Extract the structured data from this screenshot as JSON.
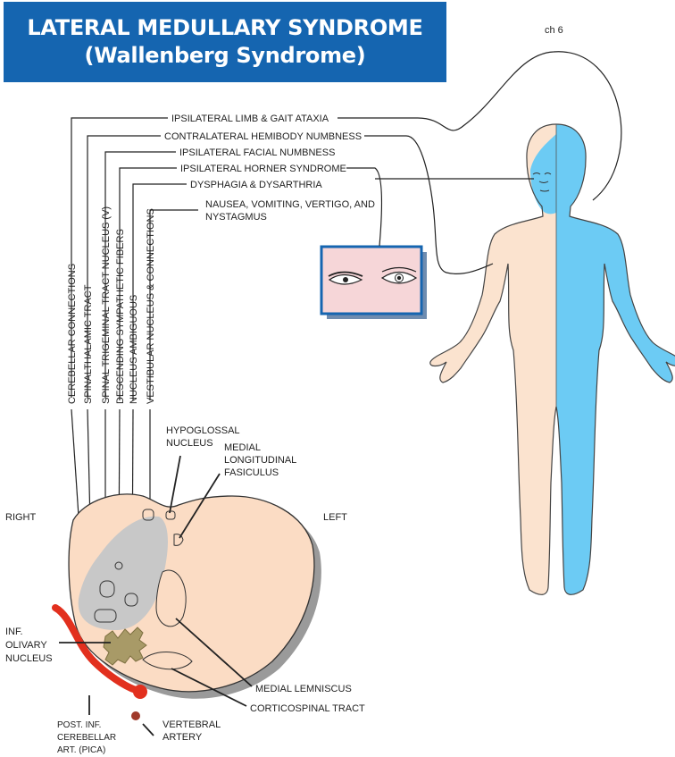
{
  "title": {
    "line1": "LATERAL MEDULLARY SYNDROME",
    "line2": "(Wallenberg Syndrome)"
  },
  "page_ref": "ch 6",
  "symptoms": [
    "IPSILATERAL LIMB & GAIT ATAXIA",
    "CONTRALATERAL HEMIBODY NUMBNESS",
    "IPSILATERAL FACIAL NUMBNESS",
    "IPSILATERAL HORNER SYNDROME",
    "DYSPHAGIA & DYSARTHRIA",
    "NAUSEA, VOMITING, VERTIGO, AND",
    "NYSTAGMUS"
  ],
  "tracts": [
    "CEREBELLAR CONNECTIONS",
    "SPINALTHALAMIC TRACT",
    "SPINAL TRIGEMINAL TRACT NUCLEUS (V)",
    "DESCENDING SYMPATHETIC FIBERS",
    "NUCLEUS AMBIGUOUS",
    "VESTIBULAR NUCLEUS & CONNECTIONS"
  ],
  "structures": {
    "hypoglossal": [
      "HYPOGLOSSAL",
      "NUCLEUS"
    ],
    "mlf": [
      "MEDIAL",
      "LONGITUDINAL",
      "FASICULUS"
    ],
    "olivary": [
      "INF.",
      "OLIVARY",
      "NUCLEUS"
    ],
    "medial_lemniscus": "MEDIAL LEMNISCUS",
    "corticospinal": "CORTICOSPINAL TRACT",
    "pica": [
      "POST. INF.",
      "CEREBELLAR",
      "ART. (PICA)"
    ],
    "vertebral": [
      "VERTEBRAL",
      "ARTERY"
    ]
  },
  "sides": {
    "right": "RIGHT",
    "left": "LEFT"
  },
  "colors": {
    "title_bg": "#1565b0",
    "skin": "#fbe3cf",
    "affected_blue": "#6ccbf4",
    "lesion_gray": "#c8c8c8",
    "eye_box": "#f6d6d8",
    "artery_red": "#e2301e",
    "olive": "#a89a67"
  }
}
